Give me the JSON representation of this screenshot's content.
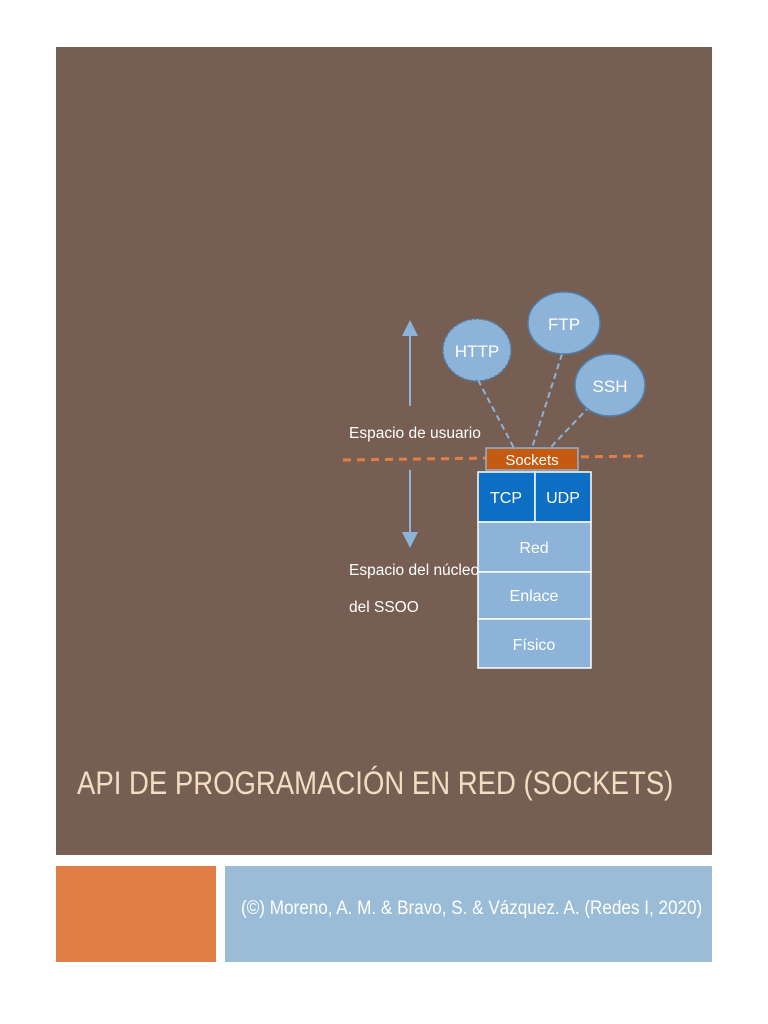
{
  "slide": {
    "title": "API DE PROGRAMACIÓN EN RED (SOCKETS)",
    "credit": "(©) Moreno, A. M. & Bravo, S. & Vázquez. A. (Redes I, 2020)"
  },
  "diagram": {
    "protocols": {
      "http": "HTTP",
      "ftp": "FTP",
      "ssh": "SSH"
    },
    "user_space_label": "Espacio de usuario",
    "kernel_space_label_line1": "Espacio del núcleo",
    "kernel_space_label_line2": "del SSOO",
    "stack": {
      "sockets": "Sockets",
      "tcp": "TCP",
      "udp": "UDP",
      "red": "Red",
      "enlace": "Enlace",
      "fisico": "Físico"
    }
  },
  "colors": {
    "panel": "#765e52",
    "accent_orange": "#e07e45",
    "accent_blue": "#9bbcd7",
    "title": "#f2dcc2",
    "tcp_udp_blue": "#0d6fc4",
    "layer_blue": "#8db3d9",
    "sockets_brown": "#c55a11"
  }
}
